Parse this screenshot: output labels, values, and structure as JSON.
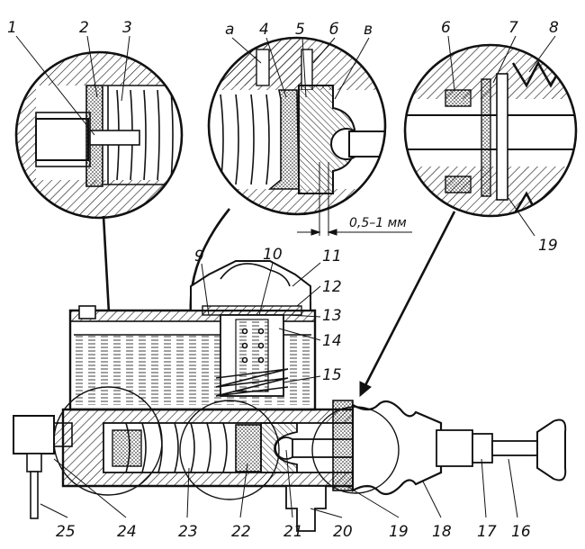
{
  "diagram": {
    "part_labels": [
      "1",
      "2",
      "3",
      "4",
      "5",
      "6",
      "7",
      "8",
      "9",
      "10",
      "11",
      "12",
      "13",
      "14",
      "15",
      "16",
      "17",
      "18",
      "19",
      "20",
      "21",
      "22",
      "23",
      "24",
      "25"
    ],
    "letter_labels": [
      "а",
      "б",
      "в"
    ],
    "dimension": "0,5–1 мм",
    "detail_19": "19"
  }
}
